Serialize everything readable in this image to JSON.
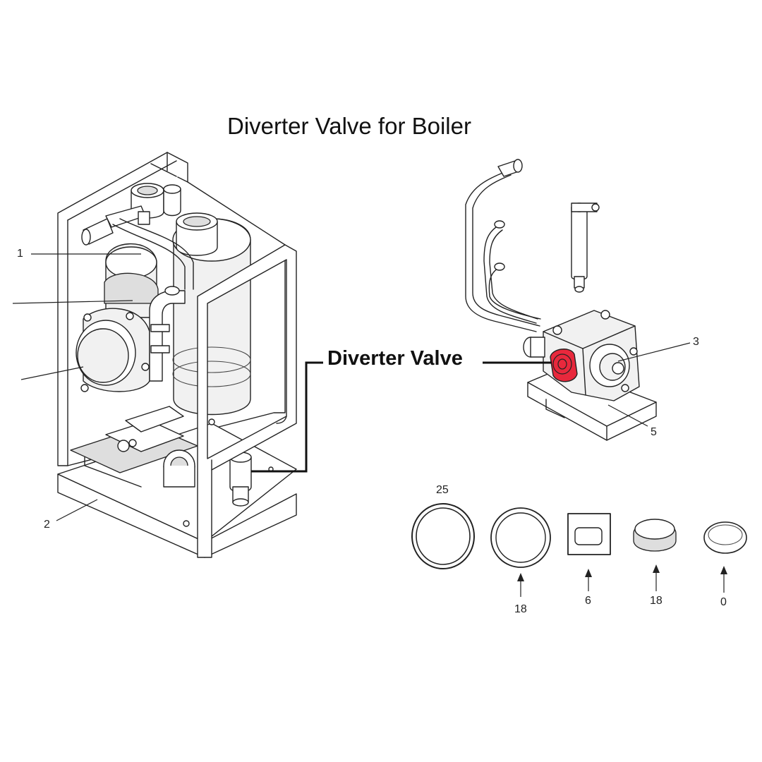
{
  "title": "Diverter Valve for Boiler",
  "callout": {
    "label": "Diverter Valve",
    "highlight_color": "#e8283c"
  },
  "part_numbers": {
    "boiler_top": "1",
    "boiler_bottom": "2",
    "valve_right": "3",
    "valve_bottom": "5"
  },
  "seals": [
    {
      "id": "ring-large",
      "number": "25",
      "number_position": "above"
    },
    {
      "id": "ring-medium",
      "number": "18",
      "number_position": "below"
    },
    {
      "id": "square-gasket",
      "number": "6",
      "number_position": "below"
    },
    {
      "id": "cap-seal",
      "number": "18",
      "number_position": "below"
    },
    {
      "id": "cup-seal",
      "number": "0",
      "number_position": "below"
    }
  ]
}
